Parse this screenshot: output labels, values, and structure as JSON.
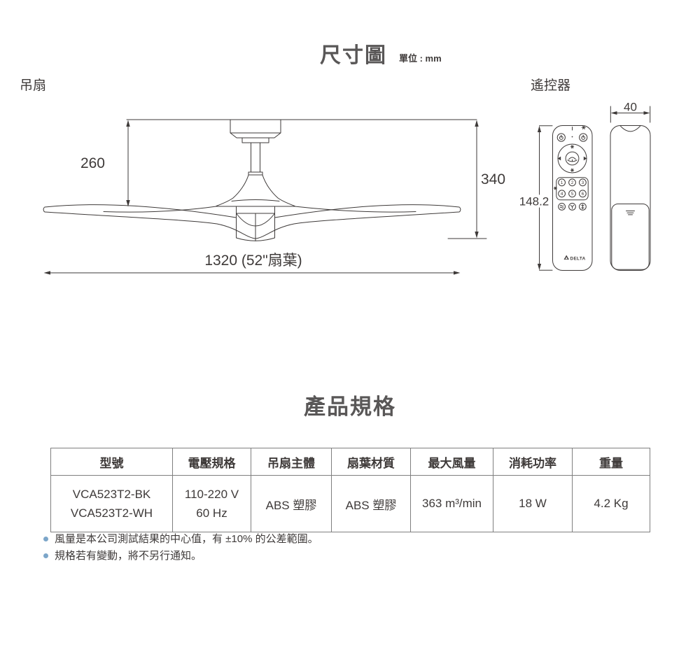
{
  "page": {
    "title": "尺寸圖",
    "unit_label": "單位 : mm"
  },
  "dimension_diagram": {
    "fan": {
      "label": "吊扇",
      "dims": {
        "canopy_to_blade": "260",
        "total_height": "340",
        "blade_diameter": "1320 (52\"扇葉)"
      }
    },
    "remote": {
      "label": "遙控器",
      "dims": {
        "width": "40",
        "height": "148.2"
      },
      "buttons": [
        "1",
        "2",
        "3",
        "4",
        "5",
        "6"
      ],
      "brand": "DELTA"
    }
  },
  "specs": {
    "title": "產品規格",
    "table": {
      "headers": [
        "型號",
        "電壓規格",
        "吊扇主體",
        "扇葉材質",
        "最大風量",
        "消耗功率",
        "重量"
      ],
      "row": {
        "model_line1": "VCA523T2-BK",
        "model_line2": "VCA523T2-WH",
        "voltage_line1": "110-220 V",
        "voltage_line2": "60 Hz",
        "body_material": "ABS 塑膠",
        "blade_material": "ABS 塑膠",
        "max_airflow": "363 m³/min",
        "power": "18 W",
        "weight": "4.2 Kg"
      }
    },
    "notes": [
      "風量是本公司測試結果的中心值，有 ±10% 的公差範圍。",
      "規格若有變動，將不另行通知。"
    ],
    "colors": {
      "ink": "#3e3a39",
      "title_gray": "#595757",
      "table_border": "#7f7f7f",
      "note_bullet": "#7ca6c9"
    }
  }
}
